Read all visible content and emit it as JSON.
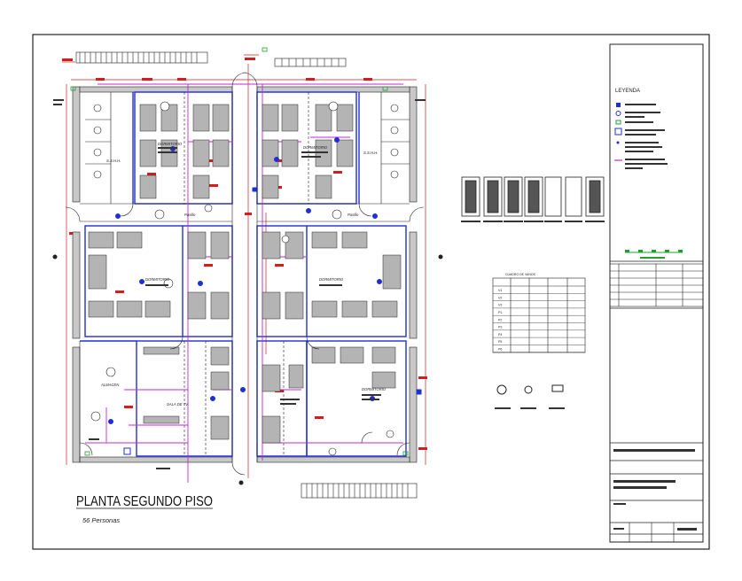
{
  "plan": {
    "title": "PLANTA SEGUNDO PISO",
    "capacity": "56 Personas",
    "rooms": {
      "dorm_ul": "DORMITORIO",
      "dorm_ur": "DORMITORIO",
      "dorm_ml": "DORMITORIO",
      "dorm_mr": "DORMITORIO",
      "dorm_lr": "DORMITORIO",
      "pasillo_l": "Pasillo",
      "pasillo_r": "Pasillo",
      "ssh_l": "S.S.H.H.",
      "ssh_r": "S.S.H.H.",
      "almacen": "ALMACEN",
      "sala": "SALA DE TV"
    }
  },
  "legend": {
    "title": "LEYENDA"
  },
  "table": {
    "title": "CUADRO DE VANOS",
    "rows": [
      "V1",
      "V2",
      "V3",
      "P1",
      "P2",
      "P3",
      "P4",
      "P5",
      "P6"
    ]
  },
  "colors": {
    "wall": "#1f2fd6",
    "pipe": "#c02bd0",
    "dim": "#d01f1f",
    "line": "#222222",
    "green": "#1fa02f",
    "fill": "#c8c8c8"
  }
}
